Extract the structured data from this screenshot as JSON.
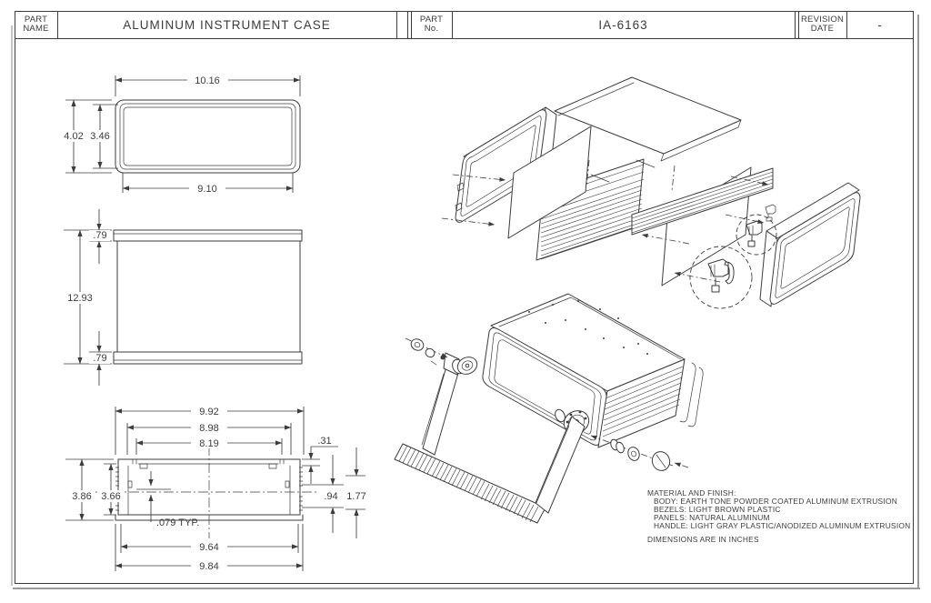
{
  "sheet": {
    "title_block": {
      "part_name_label": "PART\nNAME",
      "part_name_value": "ALUMINUM INSTRUMENT CASE",
      "part_no_label": "PART\nNo.",
      "part_no_value": "IA-6163",
      "revision_label": "REVISION\nDATE",
      "revision_value": "-"
    },
    "views": {
      "front": {
        "width": "10.16",
        "height": "4.02",
        "inner_height": "3.46",
        "inner_width": "9.10"
      },
      "side": {
        "top_cap": ".79",
        "depth": "12.93",
        "bottom_cap": ".79"
      },
      "section": {
        "top_outer": "9.92",
        "top_mid": "8.98",
        "top_inner": "8.19",
        "step": ".31",
        "height": "3.86",
        "inner_height": "3.66",
        "slot_upper": ".94",
        "slot_lower": "1.77",
        "rib": ".079 TYP.",
        "bottom_inner": "9.64",
        "bottom_outer": "9.84"
      }
    },
    "notes": {
      "material_title": "MATERIAL AND FINISH:",
      "material_body": "BODY: EARTH TONE POWDER COATED ALUMINUM EXTRUSION",
      "material_bezels": "BEZELS: LIGHT BROWN PLASTIC",
      "material_panels": "PANELS: NATURAL ALUMINUM",
      "material_handle": "HANDLE: LIGHT GRAY PLASTIC/ANODIZED ALUMINUM EXTRUSION",
      "units_note": "DIMENSIONS ARE IN INCHES"
    },
    "colors": {
      "line": "#3c3c3c",
      "paper": "#ffffff",
      "shadow": "#9a9a9a"
    }
  }
}
